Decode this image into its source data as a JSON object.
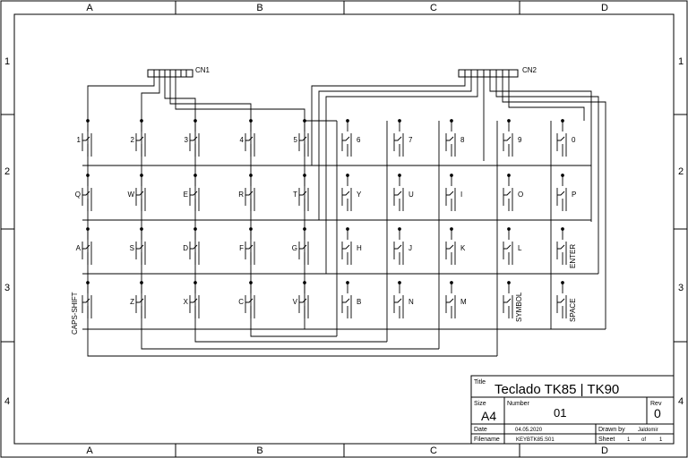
{
  "frame": {
    "columns": [
      "A",
      "B",
      "C",
      "D"
    ],
    "rows": [
      "1",
      "2",
      "3",
      "4"
    ]
  },
  "connectors": {
    "cn1": "CN1",
    "cn2": "CN2"
  },
  "keys": [
    [
      "1",
      "2",
      "3",
      "4",
      "5",
      "6",
      "7",
      "8",
      "9",
      "0"
    ],
    [
      "Q",
      "W",
      "E",
      "R",
      "T",
      "Y",
      "U",
      "I",
      "O",
      "P"
    ],
    [
      "A",
      "S",
      "D",
      "F",
      "G",
      "H",
      "J",
      "K",
      "L",
      "ENTER"
    ],
    [
      "CAPS-SHIFT",
      "Z",
      "X",
      "C",
      "V",
      "B",
      "N",
      "M",
      "SYMBOL",
      "SPACE"
    ]
  ],
  "title_block": {
    "title_label": "Title",
    "title": "Teclado TK85 | TK90",
    "size_label": "Size",
    "size": "A4",
    "number_label": "Number",
    "number": "01",
    "rev_label": "Rev",
    "rev": "0",
    "date_label": "Date",
    "date": "04.05.2020",
    "drawn_by_label": "Drawn by",
    "drawn_by": "Jaldomir",
    "filename_label": "Filename",
    "filename": "KEYBTK85.S01",
    "sheet_label": "Sheet",
    "sheet": "1",
    "of_label": "of",
    "sheet_total": "1"
  }
}
